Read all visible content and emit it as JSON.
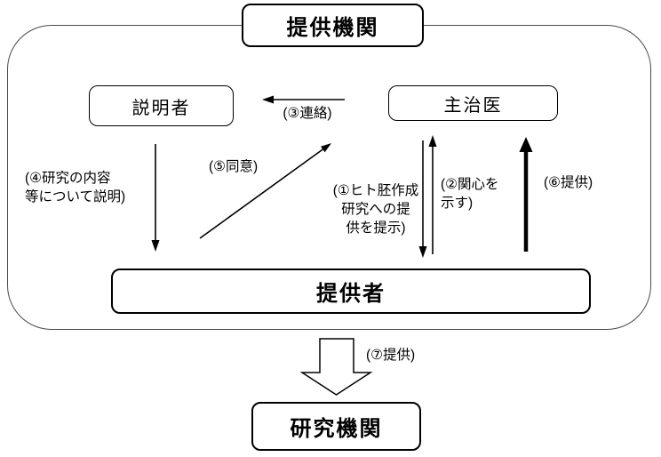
{
  "diagram": {
    "title_node": "提供機関",
    "nodes": {
      "provider_org": {
        "label": "提供機関"
      },
      "explainer": {
        "label": "説明者"
      },
      "attending_doctor": {
        "label": "主治医"
      },
      "donor": {
        "label": "提供者"
      },
      "research_org": {
        "label": "研究機関"
      }
    },
    "steps": {
      "step1": "(①ヒト胚作成\n研究への提\n供を提示)",
      "step2": "(②関心を\n示す)",
      "step3": "(③連絡)",
      "step4": "(④研究の内容\n等について説明)",
      "step5": "(⑤同意)",
      "step6": "(⑥提供)",
      "step7": "(⑦提供)"
    },
    "colors": {
      "line": "#000000",
      "frame_border": "#4a4a4a",
      "background": "#ffffff"
    }
  }
}
